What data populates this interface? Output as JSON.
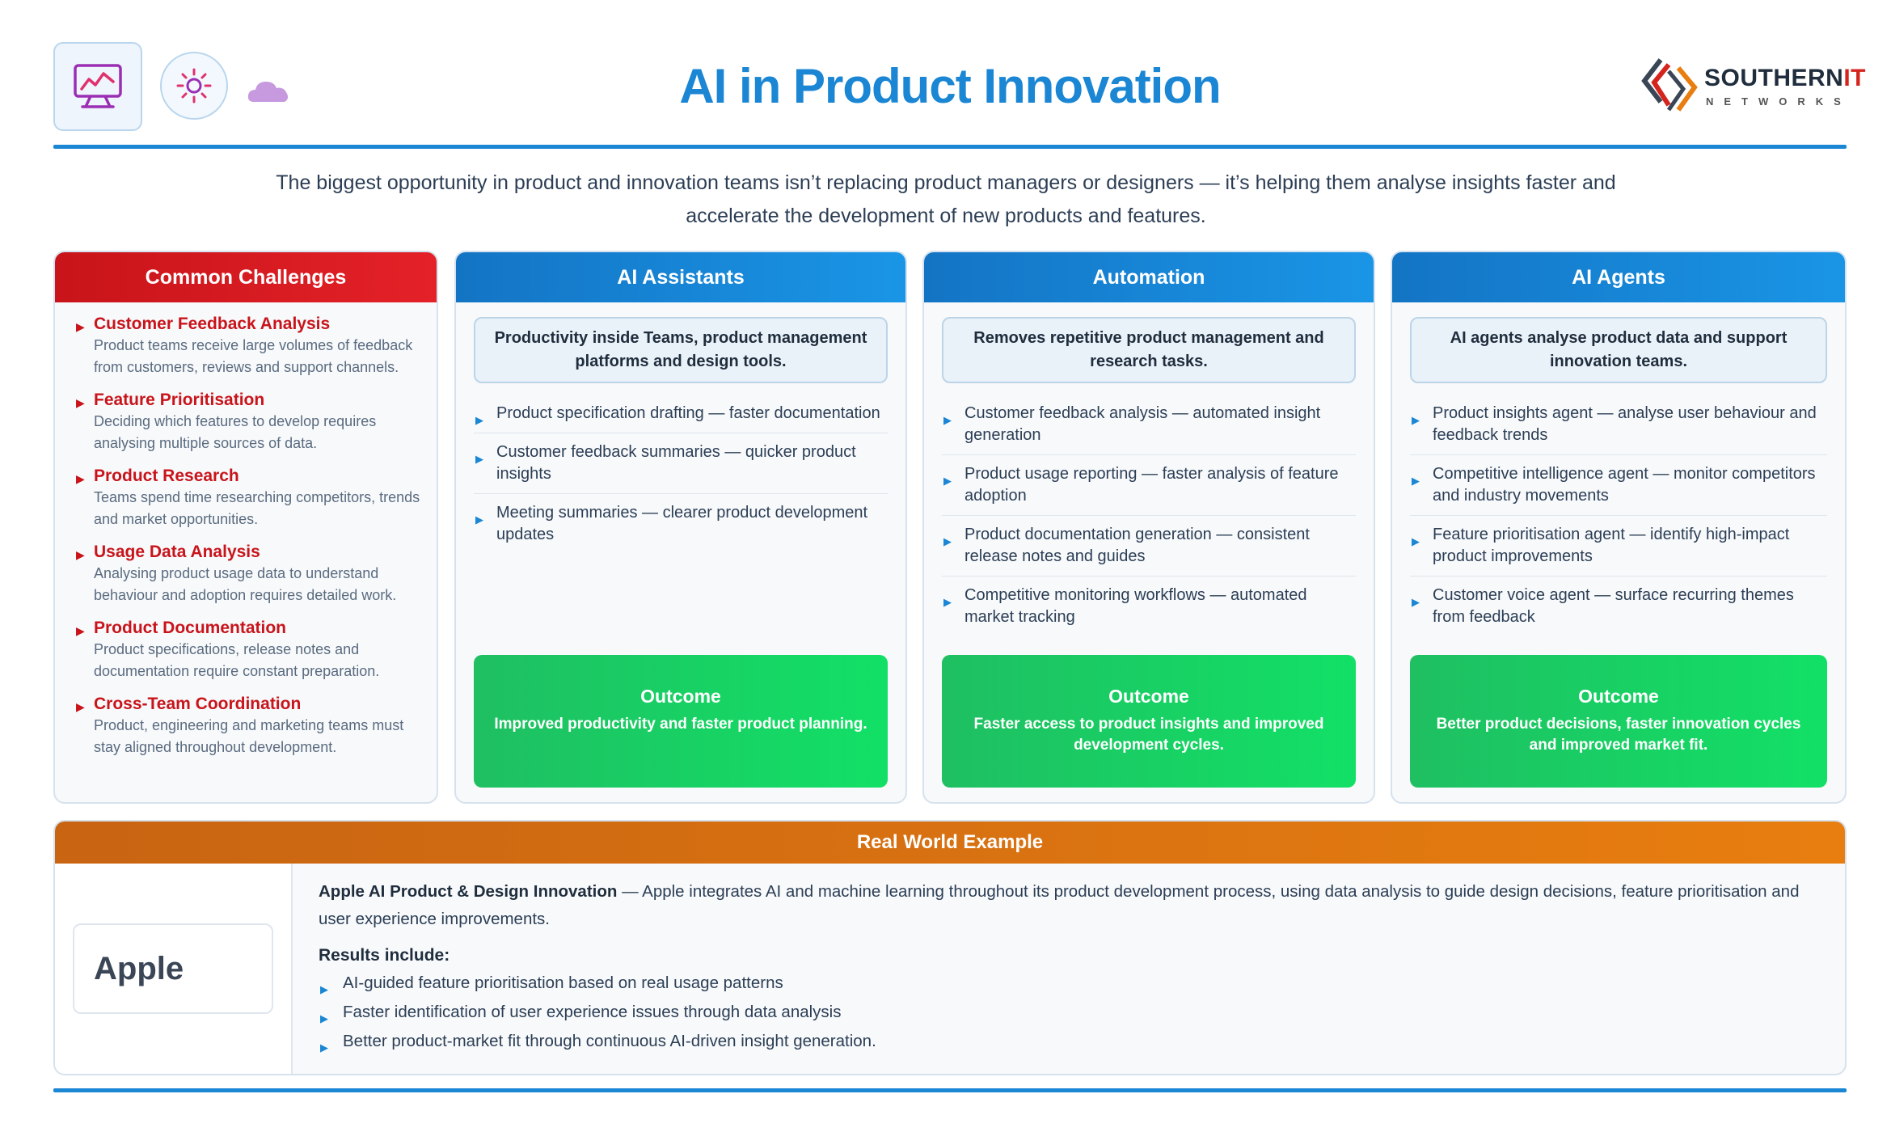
{
  "header": {
    "title": "AI in Product Innovation",
    "icons": [
      "monitor-chart-icon",
      "sun-gear-icon",
      "cloud-icon"
    ],
    "logo": {
      "name_main": "SOUTHERN",
      "name_accent": "IT",
      "sub": "NETWORKS"
    }
  },
  "intro": "The biggest opportunity in product and innovation teams isn’t replacing product managers or designers — it’s helping them analyse insights faster and accelerate the development of new products and features.",
  "challenges": {
    "heading": "Common Challenges",
    "items": [
      {
        "title": "Customer Feedback Analysis",
        "desc": "Product teams receive large volumes of feedback from customers, reviews and support channels."
      },
      {
        "title": "Feature Prioritisation",
        "desc": "Deciding which features to develop requires analysing multiple sources of data."
      },
      {
        "title": "Product Research",
        "desc": "Teams spend time researching competitors, trends and market opportunities."
      },
      {
        "title": "Usage Data Analysis",
        "desc": "Analysing product usage data to understand behaviour and adoption requires detailed work."
      },
      {
        "title": "Product Documentation",
        "desc": "Product specifications, release notes and documentation require constant preparation."
      },
      {
        "title": "Cross-Team Coordination",
        "desc": "Product, engineering and marketing teams must stay aligned throughout development."
      }
    ]
  },
  "columns": [
    {
      "heading": "AI Assistants",
      "summary": "Productivity inside Teams, product management platforms and design tools.",
      "items": [
        "Product specification drafting — faster documentation",
        "Customer feedback summaries — quicker product insights",
        "Meeting summaries — clearer product development updates"
      ],
      "outcome_label": "Outcome",
      "outcome": "Improved productivity and faster product planning."
    },
    {
      "heading": "Automation",
      "summary": "Removes repetitive product management and research tasks.",
      "items": [
        "Customer feedback analysis — automated insight generation",
        "Product usage reporting — faster analysis of feature adoption",
        "Product documentation generation — consistent release notes and guides",
        "Competitive monitoring workflows — automated market tracking"
      ],
      "outcome_label": "Outcome",
      "outcome": "Faster access to product insights and improved development cycles."
    },
    {
      "heading": "AI Agents",
      "summary": "AI agents analyse product data and support innovation teams.",
      "items": [
        "Product insights agent — analyse user behaviour and feedback trends",
        "Competitive intelligence agent — monitor competitors and industry movements",
        "Feature prioritisation agent — identify high-impact product improvements",
        "Customer voice agent — surface recurring themes from feedback"
      ],
      "outcome_label": "Outcome",
      "outcome": "Better product decisions, faster innovation cycles and improved market fit."
    }
  ],
  "example": {
    "heading": "Real World Example",
    "brand": "Apple",
    "lead_bold": "Apple AI Product & Design Innovation",
    "lead_text": " — Apple integrates AI and machine learning throughout its product development process, using data analysis to guide design decisions, feature prioritisation and user experience improvements.",
    "results_heading": "Results include:",
    "results": [
      "AI-guided feature prioritisation based on real usage patterns",
      "Faster identification of user experience issues through data analysis",
      "Better product-market fit through continuous AI-driven insight generation."
    ]
  },
  "colors": {
    "primary_blue": "#1a86d4",
    "challenge_red": "#c8141a",
    "outcome_green": "#12e066",
    "example_orange": "#e87e10"
  }
}
